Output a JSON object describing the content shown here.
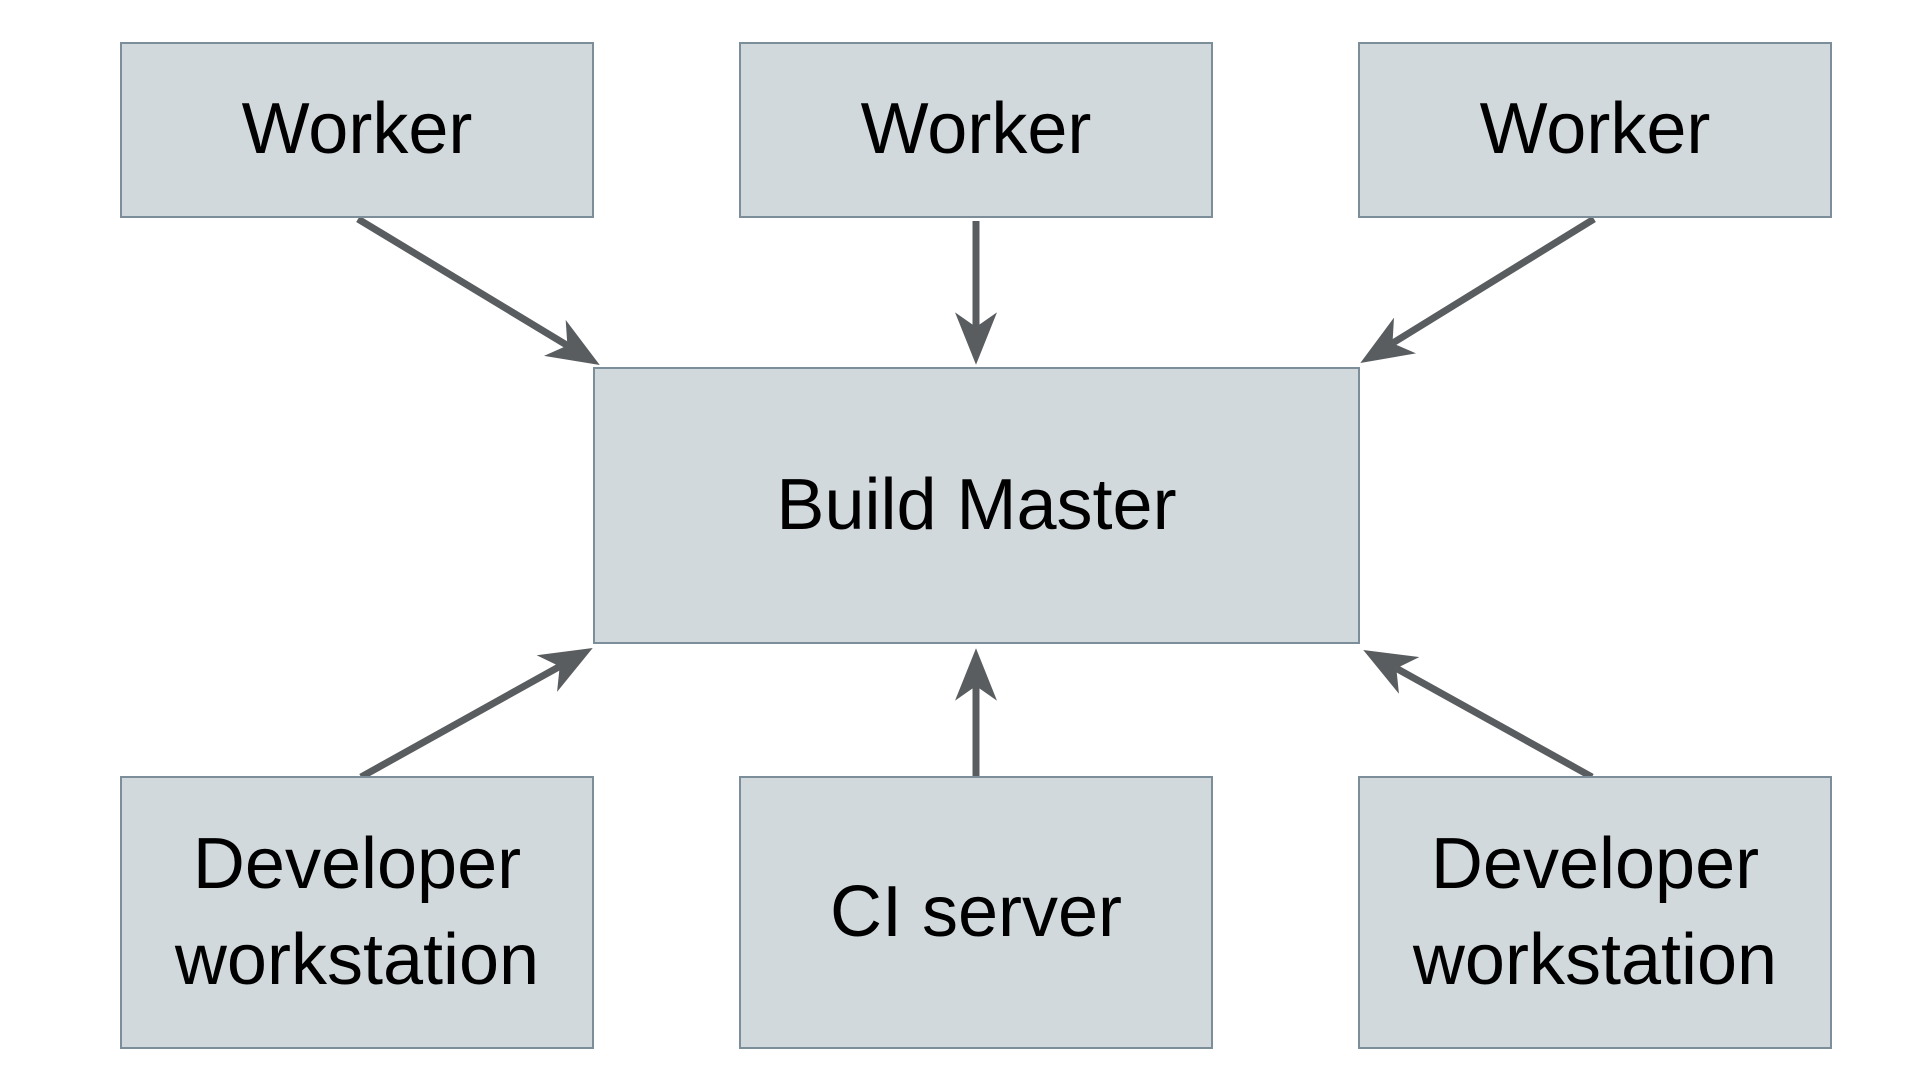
{
  "diagram": {
    "type": "architecture-diagram",
    "background_color": "#ffffff",
    "node_fill_color": "#d2d9dc",
    "node_border_color": "#7b8e99",
    "arrow_color": "#5a5d5f",
    "text_color": "#000000",
    "nodes": [
      {
        "id": "worker-1",
        "label": "Worker"
      },
      {
        "id": "worker-2",
        "label": "Worker"
      },
      {
        "id": "worker-3",
        "label": "Worker"
      },
      {
        "id": "build-master",
        "label": "Build Master"
      },
      {
        "id": "developer-workstation-1",
        "label": "Developer workstation"
      },
      {
        "id": "ci-server",
        "label": "CI server"
      },
      {
        "id": "developer-workstation-2",
        "label": "Developer workstation"
      }
    ],
    "edges": [
      {
        "from": "worker-1",
        "to": "build-master"
      },
      {
        "from": "worker-2",
        "to": "build-master"
      },
      {
        "from": "worker-3",
        "to": "build-master"
      },
      {
        "from": "developer-workstation-1",
        "to": "build-master"
      },
      {
        "from": "ci-server",
        "to": "build-master"
      },
      {
        "from": "developer-workstation-2",
        "to": "build-master"
      }
    ]
  }
}
